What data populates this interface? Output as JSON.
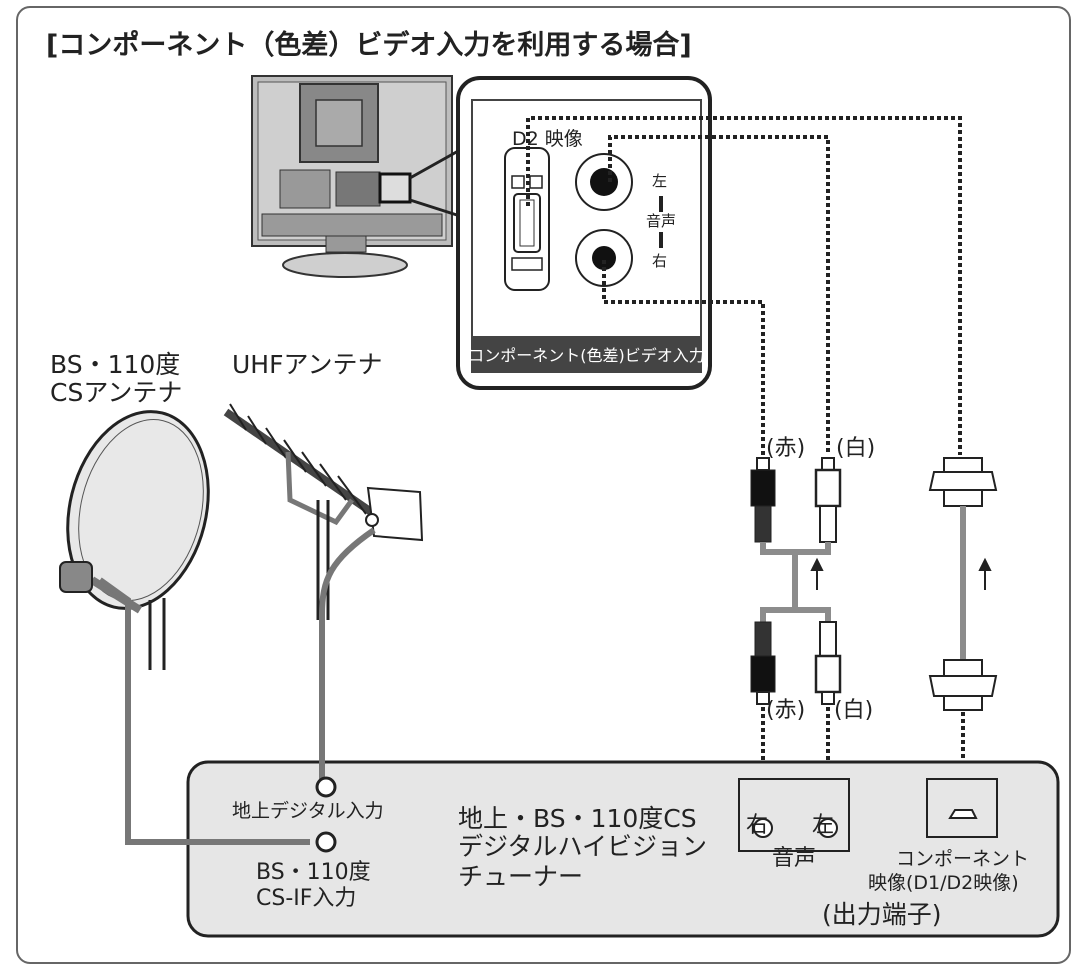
{
  "title": "[コンポーネント（色差）ビデオ入力を利用する場合]",
  "panel": {
    "d2_label": "D2 映像",
    "left_label": "左",
    "sound_label": "音声",
    "right_label": "右",
    "caption": "コンポーネント(色差)ビデオ入力"
  },
  "antennas": {
    "bs_label_line1": "BS・110度",
    "bs_label_line2": "CSアンテナ",
    "uhf_label": "UHFアンテナ"
  },
  "cables": {
    "red_top": "(赤)",
    "white_top": "(白)",
    "red_bottom": "(赤)",
    "white_bottom": "(白)"
  },
  "tuner": {
    "terrestrial_input": "地上デジタル入力",
    "bs_input_line1": "BS・110度",
    "bs_input_line2": "CS-IF入力",
    "name_line1": "地上・BS・110度CS",
    "name_line2": "デジタルハイビジョン",
    "name_line3": "チューナー",
    "audio_right": "右",
    "audio_left": "左",
    "audio_label": "音声",
    "component_line1": "コンポーネント",
    "component_line2": "映像(D1/D2映像)",
    "output_terminal": "(出力端子)"
  }
}
